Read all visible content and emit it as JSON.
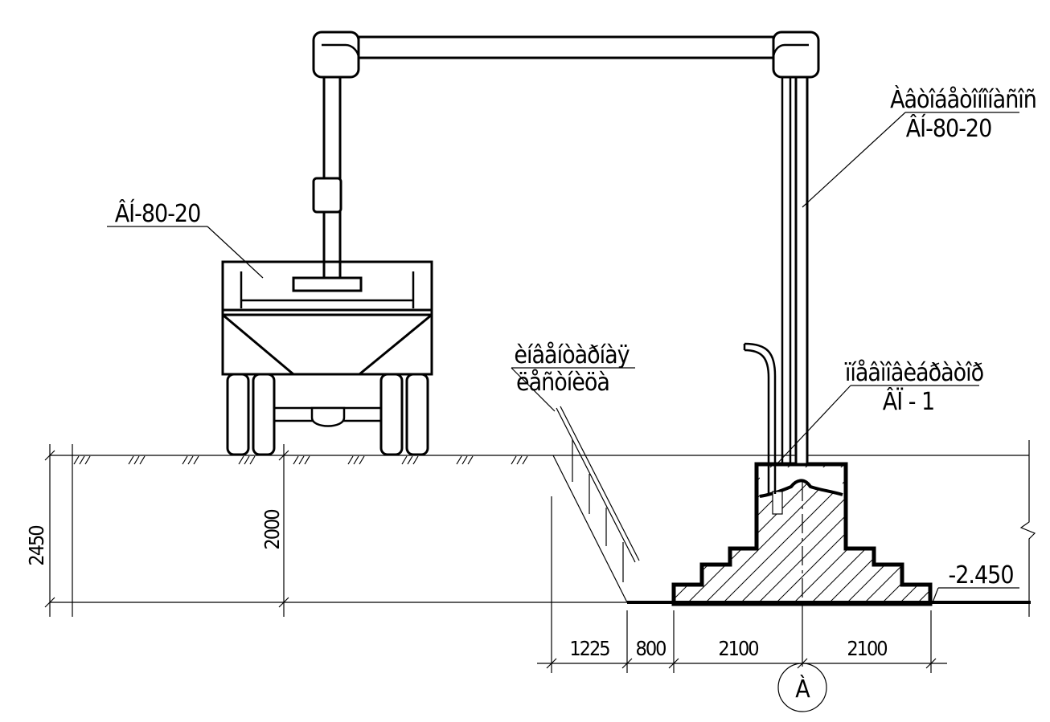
{
  "labels": {
    "pump_left": "ÂÍ-80-20",
    "pump_right_line1": "Àâòîáåòîíîíàñîñ",
    "pump_right_line2": "ÂÍ-80-20",
    "ladder_line1": "èíâåíòàðíàÿ",
    "ladder_line2": "ëåñòíèöà",
    "distributor_line1": "ïíåâìîâèáðàòîð",
    "distributor_line2": "ÂÏ - 1",
    "level": "-2.450"
  },
  "dimensions": {
    "depth_total": "2450",
    "depth_part": "2000",
    "d1": "1225",
    "d2": "800",
    "d3": "2100",
    "d4": "2100"
  },
  "axis_marker": "À"
}
